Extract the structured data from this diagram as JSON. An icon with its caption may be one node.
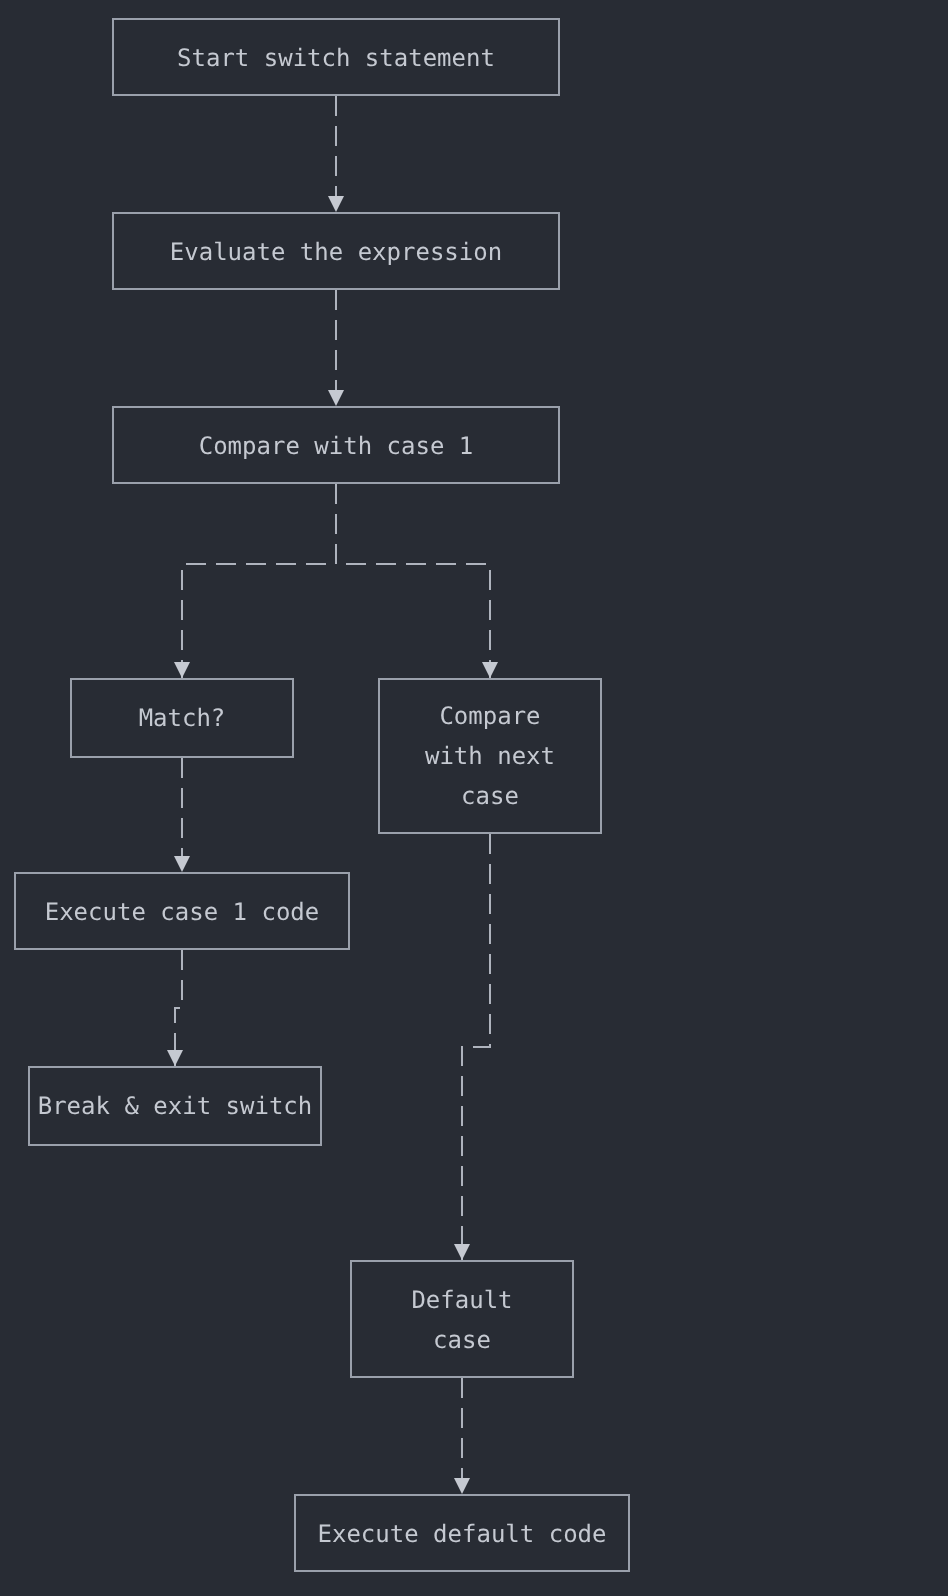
{
  "diagram": {
    "nodes": [
      {
        "text": [
          "Start switch statement"
        ]
      },
      {
        "text": [
          "Evaluate the expression"
        ]
      },
      {
        "text": [
          "Compare with case 1"
        ]
      },
      {
        "text": [
          "Match?"
        ]
      },
      {
        "text": [
          "Compare with next case"
        ]
      },
      {
        "text": [
          "Execute case 1 code"
        ]
      },
      {
        "text": [
          "Break & exit switch"
        ]
      },
      {
        "text": [
          "Default case"
        ]
      },
      {
        "text": [
          "Execute default code"
        ]
      }
    ],
    "edges": [
      {
        "from": 0,
        "to": 1,
        "arrow": "to",
        "style": "dashed"
      },
      {
        "from": 1,
        "to": 2,
        "arrow": "to",
        "style": "dashed"
      },
      {
        "from": 2,
        "to": 3,
        "arrow": "to",
        "style": "dashed"
      },
      {
        "from": 2,
        "to": 4,
        "arrow": "to",
        "style": "dashed"
      },
      {
        "from": 3,
        "to": 5,
        "arrow": "to",
        "style": "dashed"
      },
      {
        "from": 5,
        "to": 6,
        "arrow": "to",
        "style": "dashed"
      },
      {
        "from": 4,
        "to": 7,
        "arrow": "to",
        "style": "dashed"
      },
      {
        "from": 7,
        "to": 8,
        "arrow": "to",
        "style": "dashed"
      }
    ]
  }
}
